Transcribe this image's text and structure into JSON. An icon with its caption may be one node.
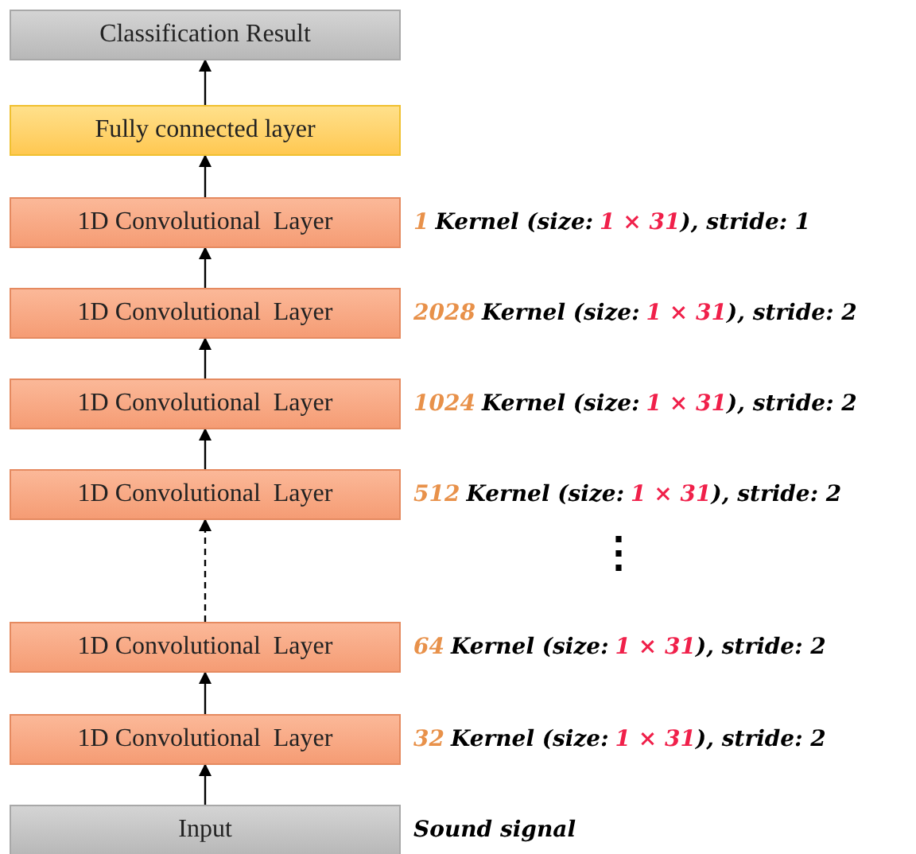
{
  "diagram": {
    "nodes": [
      {
        "text": [
          "Classification Result"
        ]
      },
      {
        "text": [
          "Fully connected layer"
        ]
      },
      {
        "text": [
          "1D Convolutional  Layer"
        ],
        "beside": [
          "1",
          "Kernel (size:",
          "1 × 31",
          "), stride: 1"
        ]
      },
      {
        "text": [
          "1D Convolutional  Layer"
        ],
        "beside": [
          "2028",
          "Kernel (size:",
          "1 × 31",
          "), stride: 2"
        ]
      },
      {
        "text": [
          "1D Convolutional  Layer"
        ],
        "beside": [
          "1024",
          "Kernel (size:",
          "1 × 31",
          "), stride: 2"
        ]
      },
      {
        "text": [
          "1D Convolutional  Layer"
        ],
        "beside": [
          "512",
          "Kernel (size:",
          "1 × 31",
          "), stride: 2"
        ]
      },
      {
        "text": [
          "1D Convolutional  Layer"
        ],
        "beside": [
          "64",
          "Kernel (size:",
          "1 × 31",
          "), stride: 2"
        ]
      },
      {
        "text": [
          "1D Convolutional  Layer"
        ],
        "beside": [
          "32",
          "Kernel (size:",
          "1 × 31",
          "), stride: 2"
        ]
      },
      {
        "text": [
          "Input"
        ],
        "beside": [
          "Sound signal"
        ]
      }
    ],
    "edges": [
      {
        "from": 8,
        "to": 7,
        "arrow": "to"
      },
      {
        "from": 7,
        "to": 6,
        "arrow": "to"
      },
      {
        "from": 6,
        "to": 5,
        "arrow": "to",
        "style": "dashed"
      },
      {
        "from": 5,
        "to": 4,
        "arrow": "to"
      },
      {
        "from": 4,
        "to": 3,
        "arrow": "to"
      },
      {
        "from": 3,
        "to": 2,
        "arrow": "to"
      },
      {
        "from": 2,
        "to": 1,
        "arrow": "to"
      },
      {
        "from": 1,
        "to": 0,
        "arrow": "to"
      }
    ],
    "labels": [
      "⋮"
    ]
  }
}
